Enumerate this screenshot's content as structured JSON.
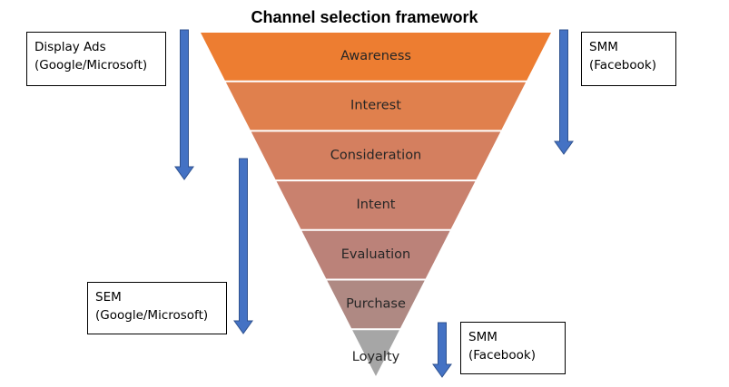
{
  "title": "Channel selection framework",
  "stages": [
    {
      "label": "Awareness",
      "color": "#ED7D31"
    },
    {
      "label": "Interest",
      "color": "#E0804D"
    },
    {
      "label": "Consideration",
      "color": "#D47F5F"
    },
    {
      "label": "Intent",
      "color": "#C9816E"
    },
    {
      "label": "Evaluation",
      "color": "#BB8279"
    },
    {
      "label": "Purchase",
      "color": "#AF8983"
    },
    {
      "label": "Loyalty",
      "color": "#A6A6A6"
    }
  ],
  "channels": [
    {
      "line1": "Display Ads",
      "line2": "(Google/Microsoft)"
    },
    {
      "line1": "SMM",
      "line2": "(Facebook)"
    },
    {
      "line1": "SEM",
      "line2": "(Google/Microsoft)"
    },
    {
      "line1": "SMM",
      "line2": "(Facebook)"
    }
  ],
  "colors": {
    "arrow": "#4472C4",
    "arrow_outline": "#2F528F"
  }
}
